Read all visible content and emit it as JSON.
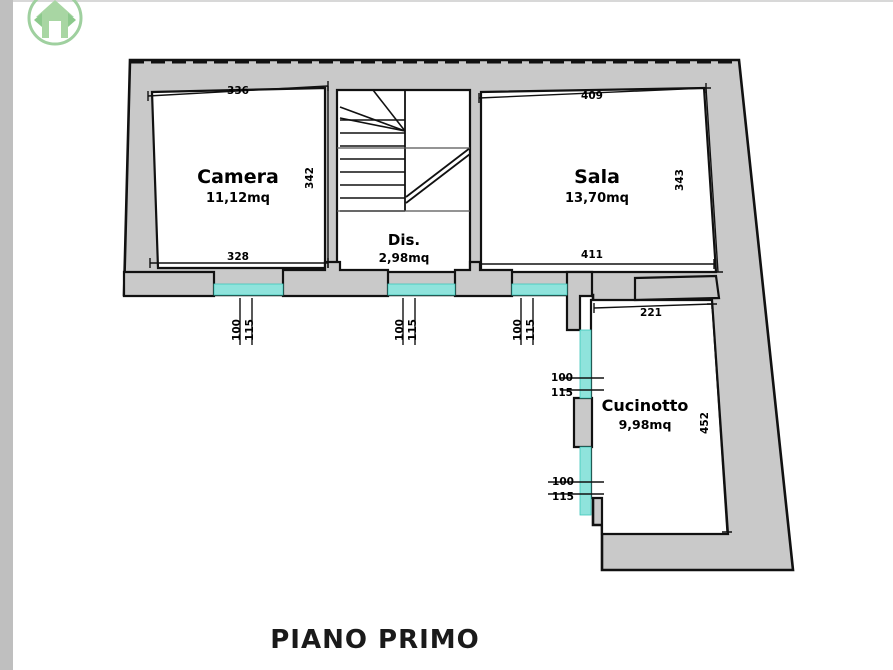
{
  "document": {
    "title": "PIANO PRIMO",
    "type": "floor-plan",
    "logo_name": "house-logo-icon",
    "background_color": "#ffffff",
    "wall_fill_color": "#c9c9c9",
    "wall_stroke_color": "#000000",
    "glazing_color": "#8fe3dc",
    "logo_color": "#8cc98c"
  },
  "rooms": [
    {
      "id": "camera",
      "name": "Camera",
      "area": "11,12mq"
    },
    {
      "id": "disimpegno",
      "name": "Dis.",
      "area": "2,98mq"
    },
    {
      "id": "sala",
      "name": "Sala",
      "area": "13,70mq"
    },
    {
      "id": "cucinotto",
      "name": "Cucinotto",
      "area": "9,98mq"
    }
  ],
  "dimensions": {
    "camera_top": "336",
    "camera_right": "342",
    "camera_bottom": "328",
    "sala_top": "409",
    "sala_right": "343",
    "sala_bottom": "411",
    "cucinotto_top": "221",
    "cucinotto_right": "452"
  },
  "openings": [
    {
      "id": "opening-1",
      "width": "100",
      "height": "115"
    },
    {
      "id": "opening-2",
      "width": "100",
      "height": "115"
    },
    {
      "id": "opening-3",
      "width": "100",
      "height": "115"
    },
    {
      "id": "opening-4",
      "width": "100",
      "height": "115"
    },
    {
      "id": "opening-5",
      "width": "100",
      "height": "115"
    }
  ]
}
